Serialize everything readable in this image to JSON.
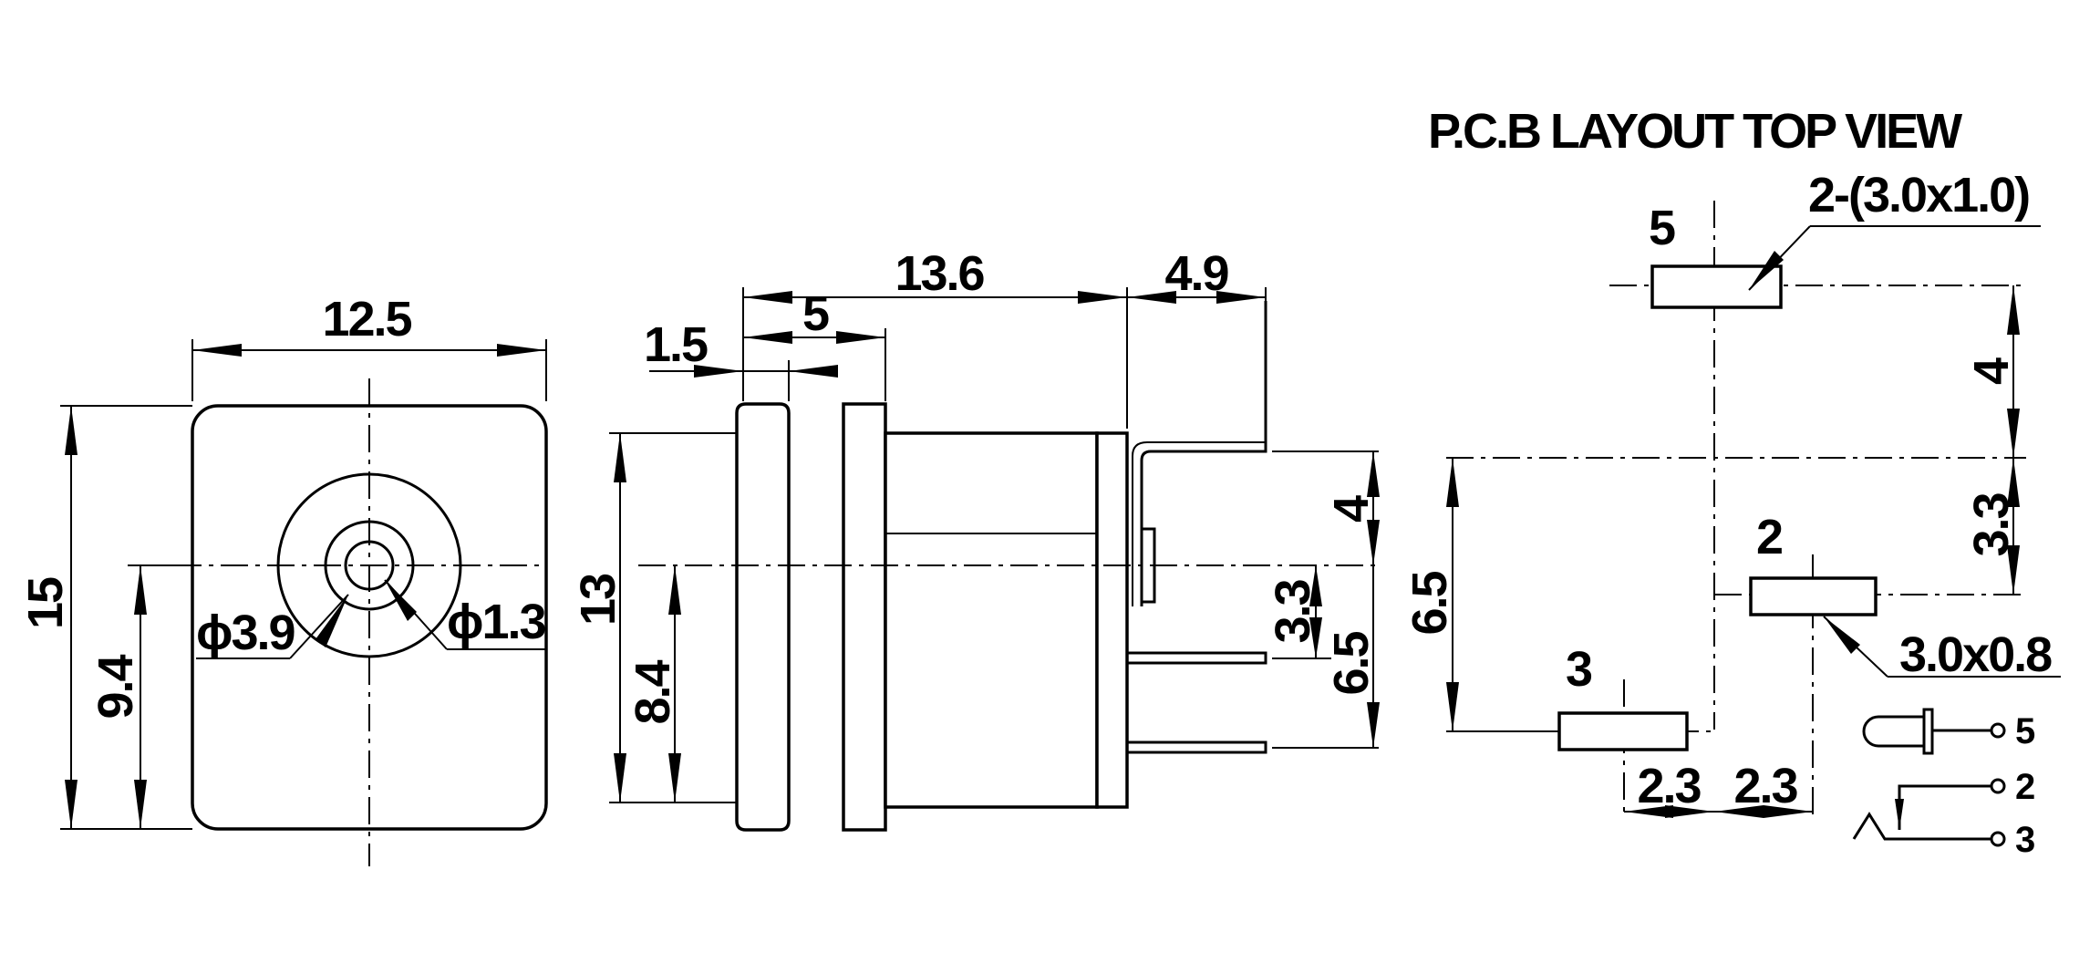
{
  "title": "P.C.B LAYOUT  TOP VIEW",
  "front_view": {
    "width": "12.5",
    "height": "15",
    "center_height": "9.4",
    "outer_diameter": "ϕ3.9",
    "pin_diameter": "ϕ1.3"
  },
  "side_view": {
    "length": "13.6",
    "pin_length": "4.9",
    "flange_offset": "5",
    "flange_thickness": "1.5",
    "height": "13",
    "center_height": "8.4",
    "pin_gap_top": "4",
    "pin_gap_mid": "3.3",
    "pin_gap_total": "6.5"
  },
  "pcb_layout": {
    "slot_spec": "2-(3.0x1.0)",
    "pin2_slot_spec": "3.0x0.8",
    "spacing_vertical_top": "4",
    "spacing_vertical_mid": "3.3",
    "spacing_vertical_total": "6.5",
    "spacing_horizontal_left": "2.3",
    "spacing_horizontal_right": "2.3",
    "pin_labels": [
      "5",
      "2",
      "3"
    ]
  },
  "schematic": {
    "pins": [
      "5",
      "2",
      "3"
    ]
  }
}
